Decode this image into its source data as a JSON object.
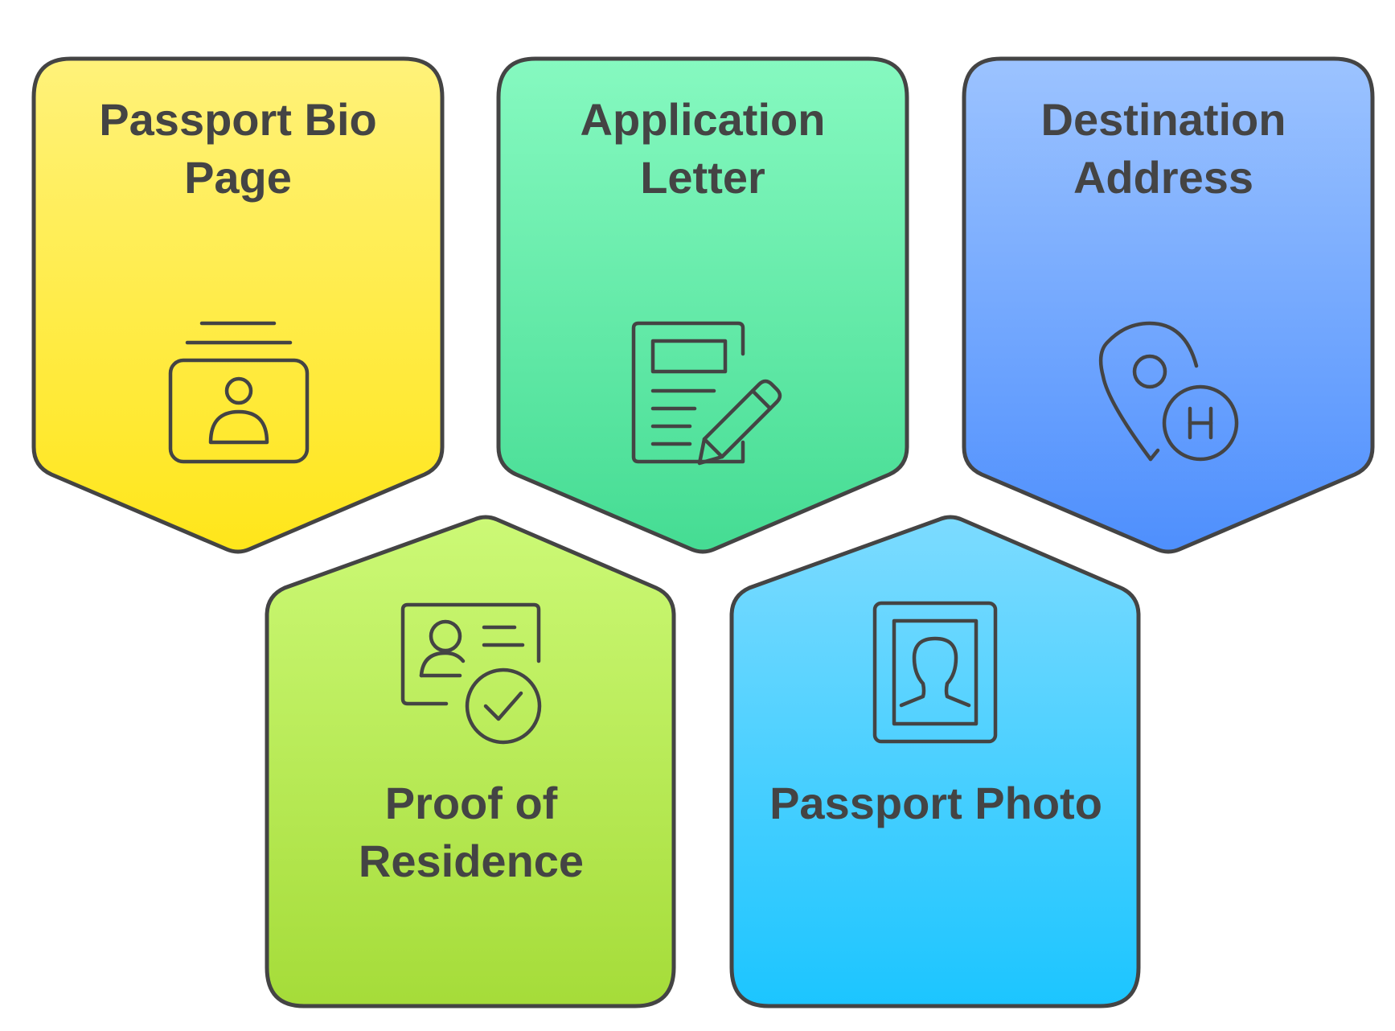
{
  "cards": [
    {
      "id": "passport-bio-page",
      "lines": [
        "Passport Bio",
        "Page"
      ],
      "icon": "id-card-icon",
      "color_top": "#FFF27A",
      "color_bottom": "#FFE61A"
    },
    {
      "id": "application-letter",
      "lines": [
        "Application",
        "Letter"
      ],
      "icon": "form-pencil-icon",
      "color_top": "#86F9C0",
      "color_bottom": "#45DC93"
    },
    {
      "id": "destination-address",
      "lines": [
        "Destination",
        "Address"
      ],
      "icon": "location-hotel-icon",
      "color_top": "#9CC3FF",
      "color_bottom": "#4E8FFD"
    },
    {
      "id": "proof-of-residence",
      "lines": [
        "Proof of",
        "Residence"
      ],
      "icon": "verified-id-icon",
      "color_top": "#CCF976",
      "color_bottom": "#A5DC39"
    },
    {
      "id": "passport-photo",
      "lines": [
        "Passport Photo"
      ],
      "icon": "portrait-frame-icon",
      "color_top": "#7CDBFF",
      "color_bottom": "#1CC5FF"
    }
  ]
}
